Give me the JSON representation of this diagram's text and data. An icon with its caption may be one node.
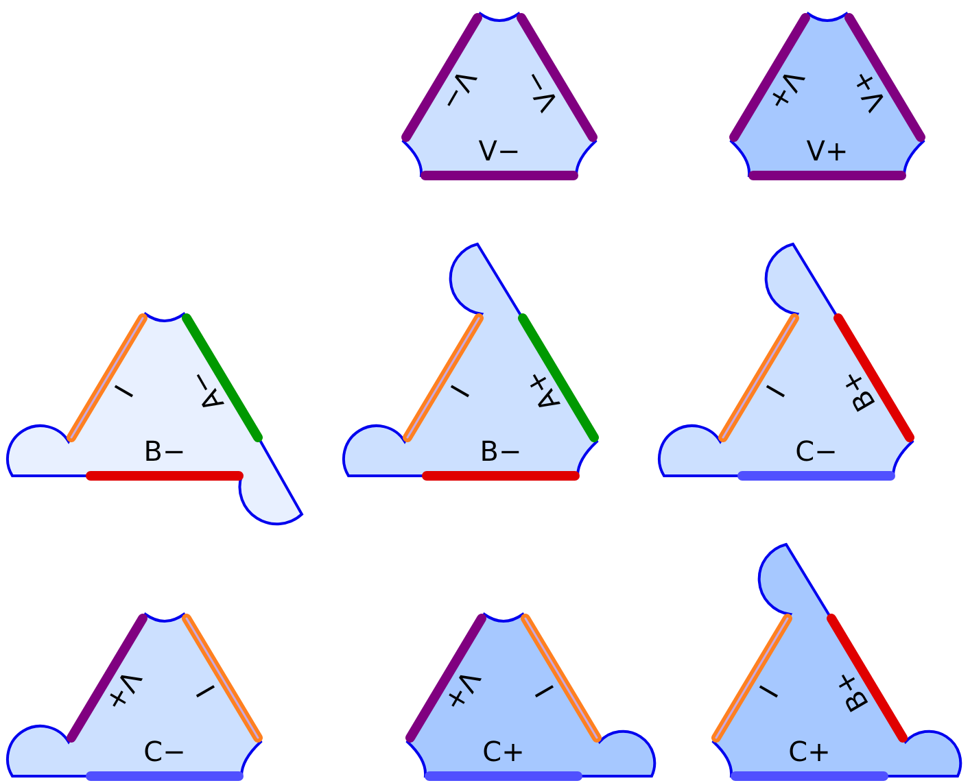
{
  "diagram": {
    "nodes": [
      {
        "text": [
          "V−",
          "V−",
          "V−"
        ]
      },
      {
        "text": [
          "V+",
          "V+",
          "V+"
        ]
      },
      {
        "text": [
          "I",
          "A−",
          "B−"
        ]
      },
      {
        "text": [
          "I",
          "A+",
          "B−"
        ]
      },
      {
        "text": [
          "I",
          "B+",
          "C−"
        ]
      },
      {
        "text": [
          "V+",
          "I",
          "C−"
        ]
      },
      {
        "text": [
          "V+",
          "I",
          "C+"
        ]
      },
      {
        "text": [
          "I",
          "B+",
          "C+"
        ]
      }
    ]
  }
}
